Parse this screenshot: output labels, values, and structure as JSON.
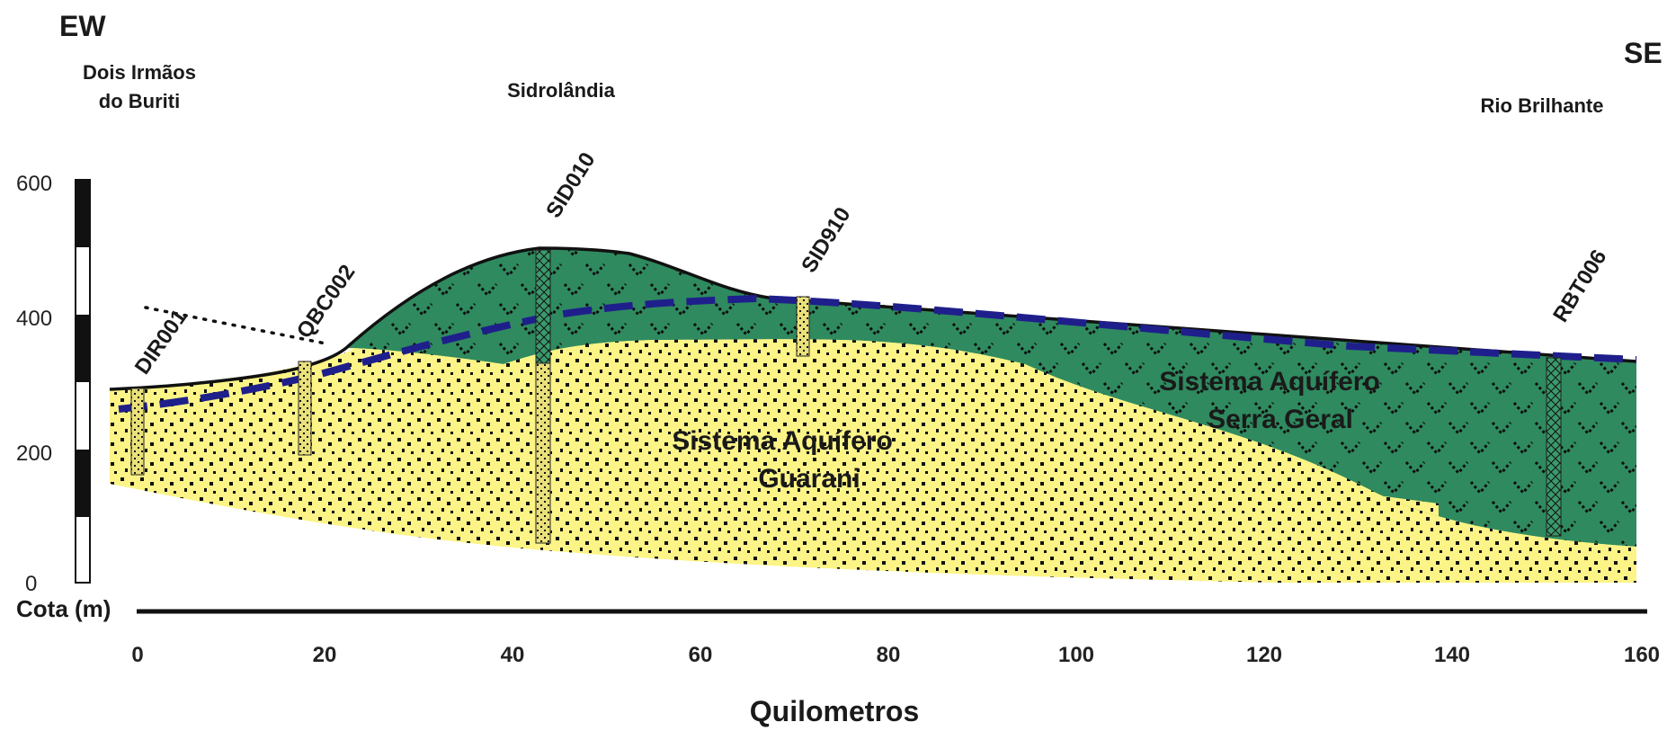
{
  "headings": {
    "left": "EW",
    "right": "SE"
  },
  "places": [
    {
      "line1": "Dois Irmãos",
      "line2": "do Buriti"
    },
    {
      "line1": "Sidrolândia",
      "line2": ""
    },
    {
      "line1": "Rio Brilhante",
      "line2": ""
    }
  ],
  "wells": [
    "DIR001",
    "QBC002",
    "SID010",
    "SID910",
    "RBT006"
  ],
  "units": [
    {
      "line1": "Sistema Aquífero",
      "line2": "Guarani"
    },
    {
      "line1": "Sistema Aquífero",
      "line2": "Serra Geral"
    }
  ],
  "x_axis": {
    "label": "Quilometros",
    "ticks": [
      "0",
      "20",
      "40",
      "60",
      "80",
      "100",
      "120",
      "140",
      "160"
    ]
  },
  "y_axis": {
    "label": "Cota (m)",
    "ticks": [
      "0",
      "200",
      "400",
      "600"
    ]
  },
  "colors": {
    "guarani": "#fcf486",
    "serra_geral": "#2f8a5f",
    "water_table": "#1f1f8c",
    "outline": "#111111"
  }
}
